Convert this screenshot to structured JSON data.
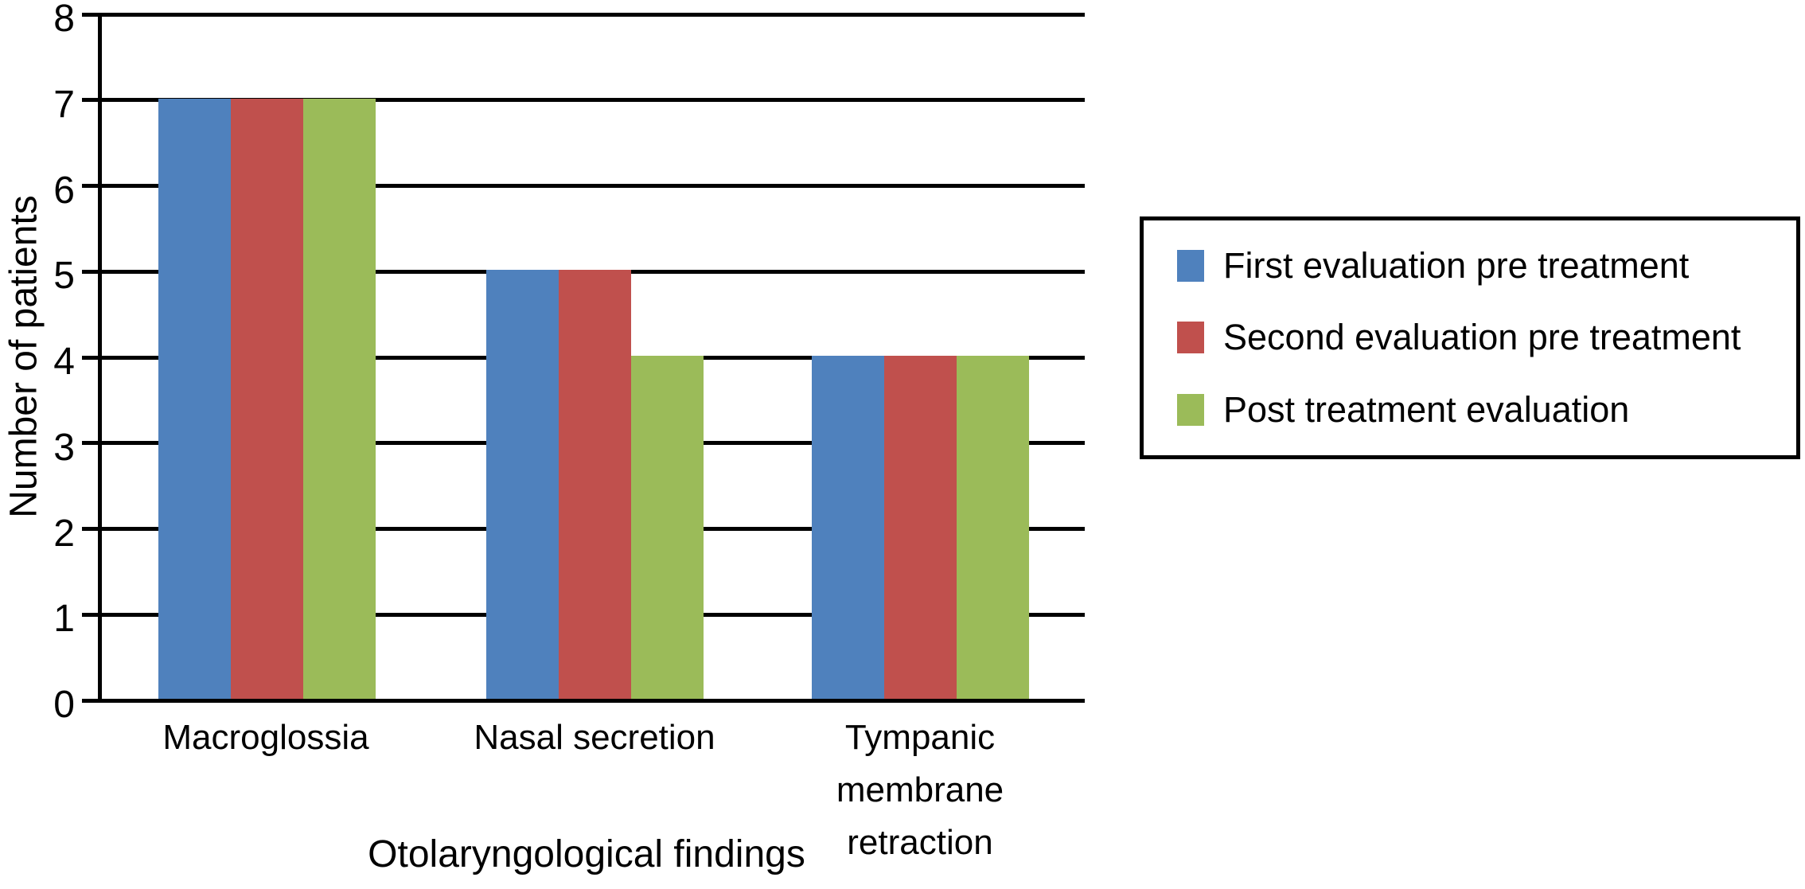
{
  "figure": {
    "background": "#ffffff",
    "axis_color": "#000000"
  },
  "chart_data": {
    "type": "bar",
    "title": "",
    "xlabel": "Otolaryngological findings",
    "ylabel": "Number of patients",
    "categories": [
      "Macroglossia",
      "Nasal secretion",
      "Tympanic membrane retraction"
    ],
    "series": [
      {
        "name": "First evaluation pre treatment",
        "color": "#4f81bd",
        "values": [
          7,
          5,
          4
        ]
      },
      {
        "name": "Second evaluation pre treatment",
        "color": "#c0504d",
        "values": [
          7,
          5,
          4
        ]
      },
      {
        "name": "Post treatment evaluation",
        "color": "#9bbb59",
        "values": [
          7,
          4,
          4
        ]
      }
    ],
    "ylim": [
      0,
      8
    ],
    "yticks": [
      0,
      1,
      2,
      3,
      4,
      5,
      6,
      7,
      8
    ],
    "grid": true,
    "legend_position": "right"
  }
}
